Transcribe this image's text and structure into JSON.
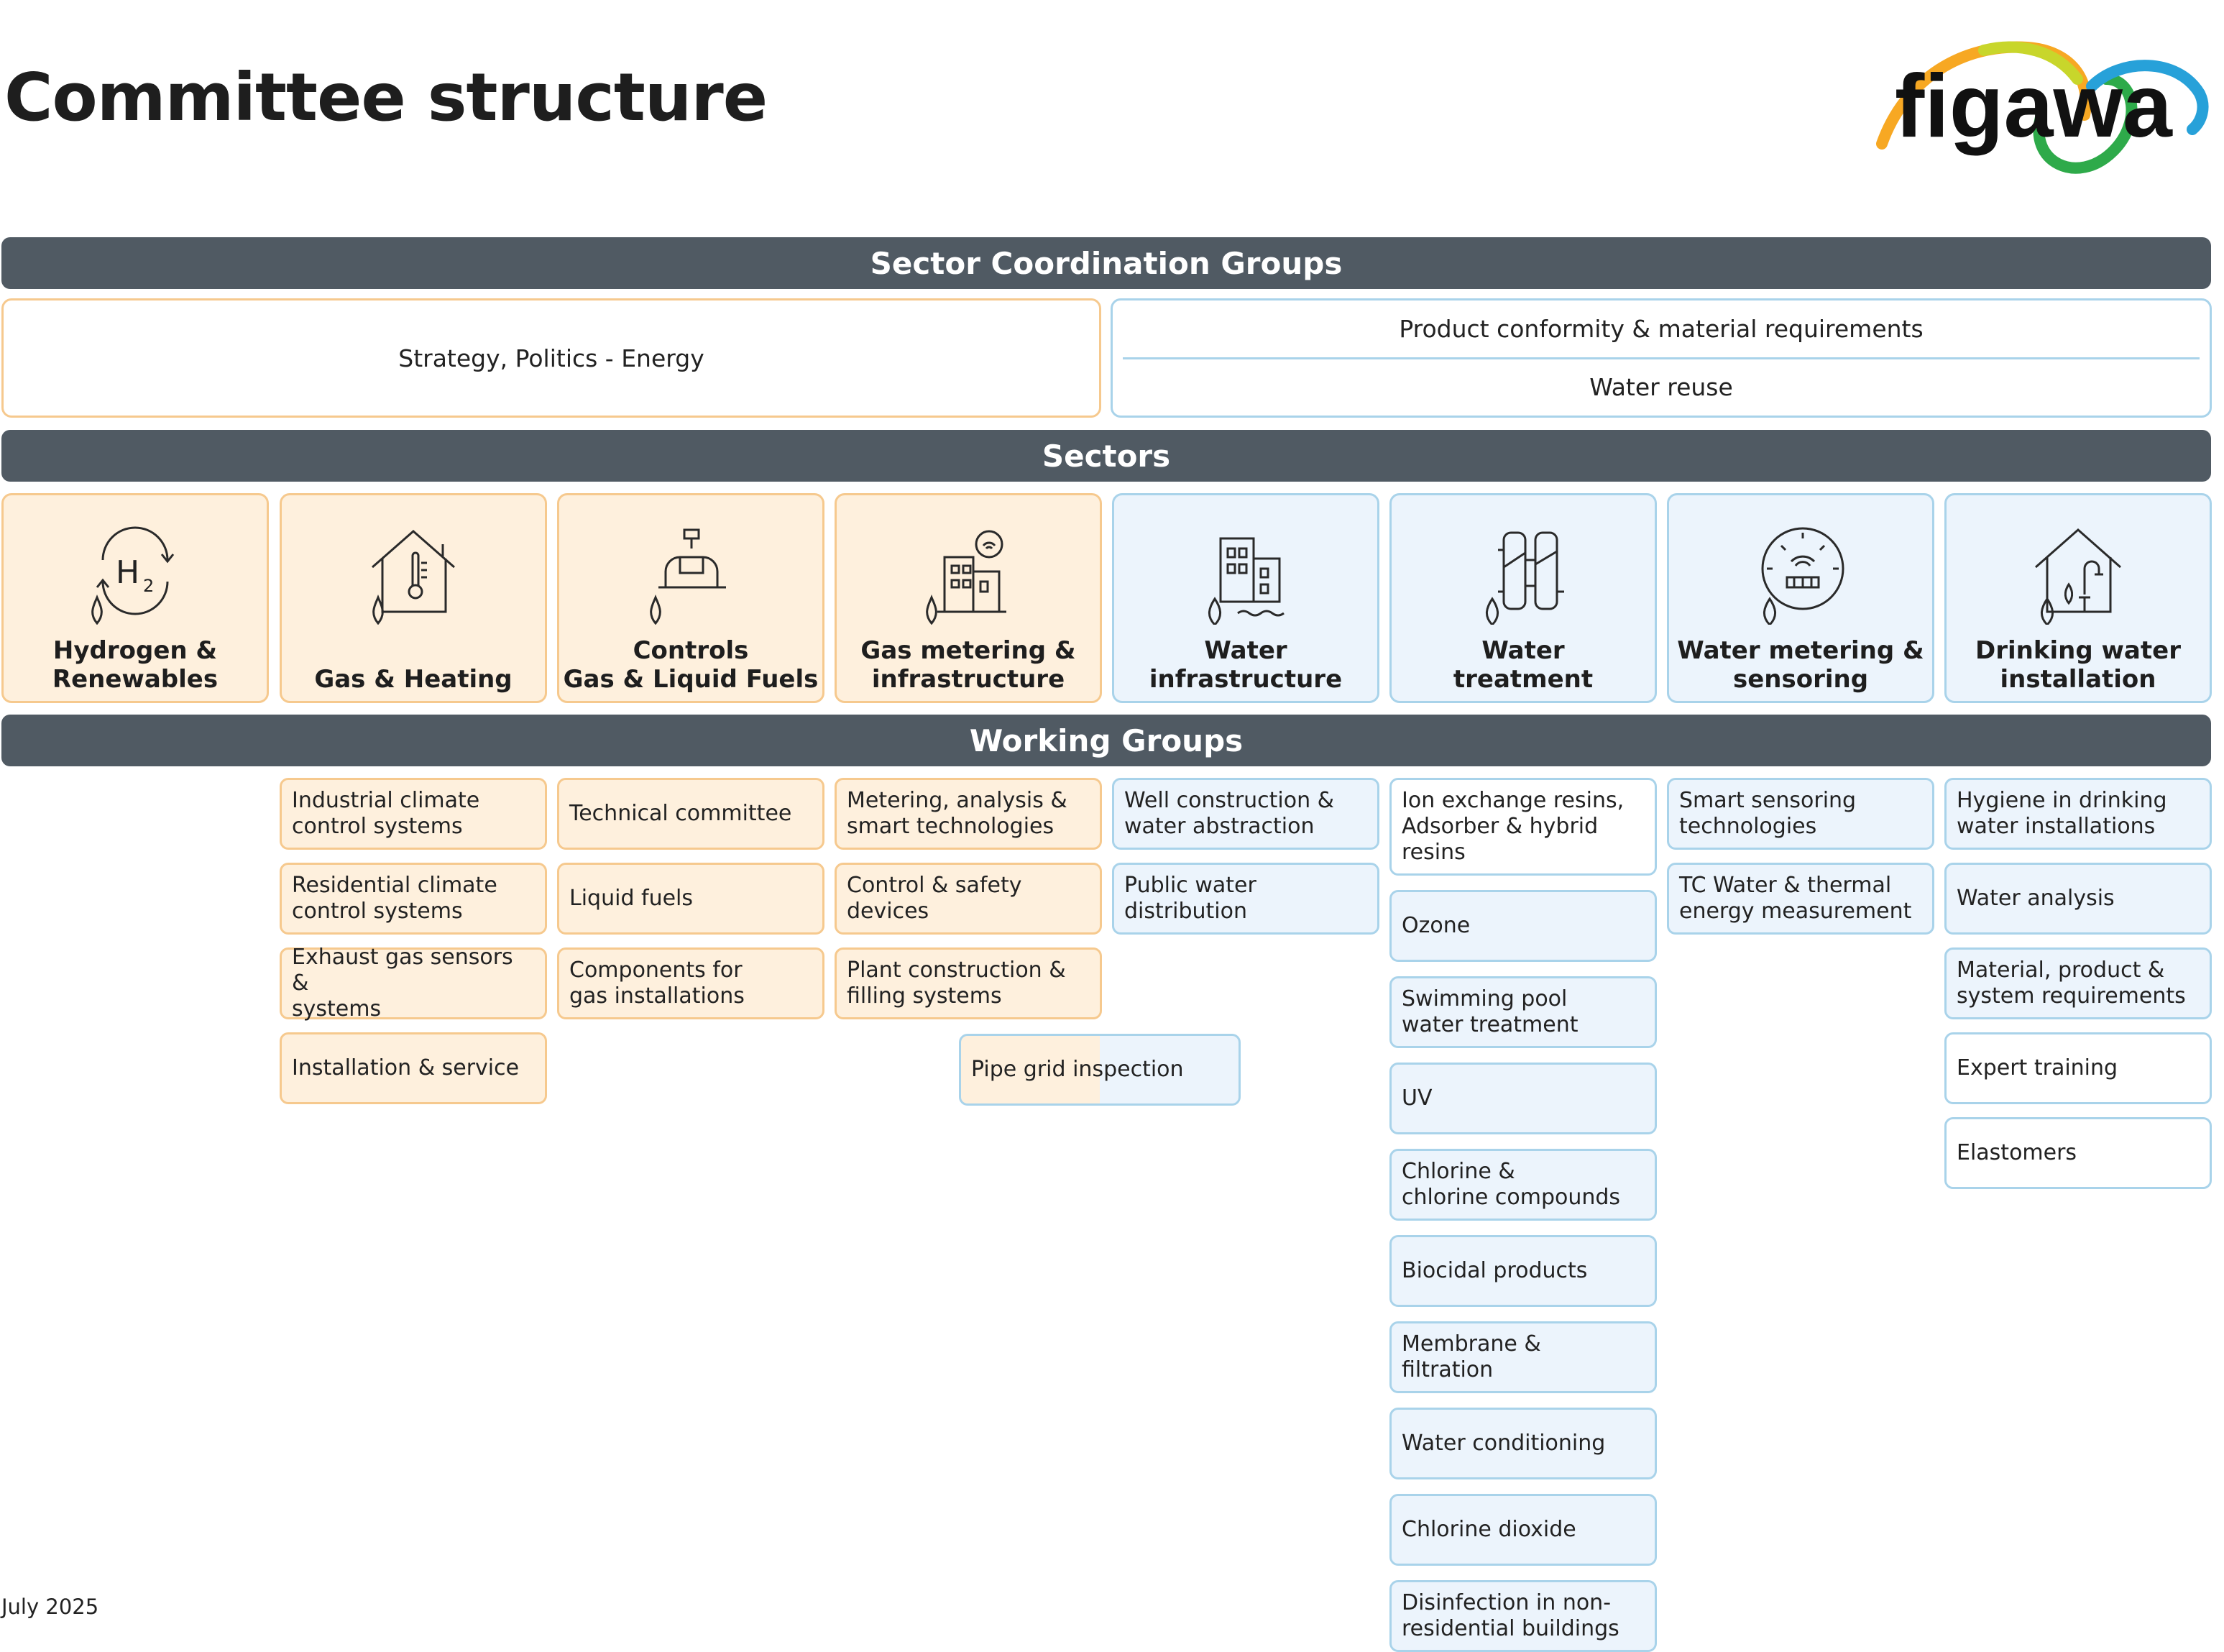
{
  "page_title": "Committee structure",
  "logo_text": "figawa",
  "footer_date": "July 2025",
  "colors": {
    "bar": "#505a63",
    "gas_fill": "#fef0dd",
    "gas_border": "#f6c98e",
    "water_fill": "#ecf4fc",
    "water_border": "#a9d3ea"
  },
  "sector_coordination": {
    "header": "Sector Coordination Groups",
    "energy": "Strategy, Politics - Energy",
    "water_items": [
      "Product conformity & material requirements",
      "Water reuse"
    ]
  },
  "sectors": {
    "header": "Sectors",
    "items": [
      {
        "label": "Hydrogen &\nRenewables",
        "icon": "hydrogen-icon"
      },
      {
        "label": "Gas & Heating",
        "icon": "gas-heating-icon"
      },
      {
        "label": "Controls\nGas & Liquid Fuels",
        "icon": "controls-tap-icon"
      },
      {
        "label": "Gas metering &\ninfrastructure",
        "icon": "gas-metering-icon"
      },
      {
        "label": "Water\ninfrastructure",
        "icon": "water-infrastructure-icon"
      },
      {
        "label": "Water\ntreatment",
        "icon": "water-treatment-icon"
      },
      {
        "label": "Water metering &\nsensoring",
        "icon": "water-meter-icon"
      },
      {
        "label": "Drinking water\ninstallation",
        "icon": "drinking-water-house-icon"
      }
    ]
  },
  "working_groups": {
    "header": "Working Groups",
    "columns": [
      [],
      [
        "Industrial climate\ncontrol systems",
        "Residential climate\ncontrol systems",
        "Exhaust gas sensors &\nsystems",
        "Installation & service"
      ],
      [
        "Technical committee",
        "Liquid fuels",
        "Components for\ngas installations"
      ],
      [
        "Metering, analysis &\nsmart technologies",
        "Control & safety\ndevices",
        "Plant construction &\nfilling systems"
      ],
      [
        "Well construction &\nwater abstraction",
        "Public water\ndistribution"
      ],
      [
        "Ion exchange resins,\nAdsorber & hybrid\nresins",
        "Ozone",
        "Swimming pool\nwater treatment",
        "UV",
        "Chlorine &\nchlorine compounds",
        "Biocidal products",
        "Membrane &\nfiltration",
        "Water conditioning",
        "Chlorine dioxide",
        "Disinfection in non-\nresidential buildings"
      ],
      [
        "Smart sensoring\ntechnologies",
        "TC Water & thermal\nenergy measurement"
      ],
      [
        "Hygiene in drinking\nwater installations",
        "Water analysis",
        "Material, product &\nsystem requirements",
        "Expert training",
        "Elastomers"
      ]
    ],
    "shared": "Pipe grid inspection"
  }
}
